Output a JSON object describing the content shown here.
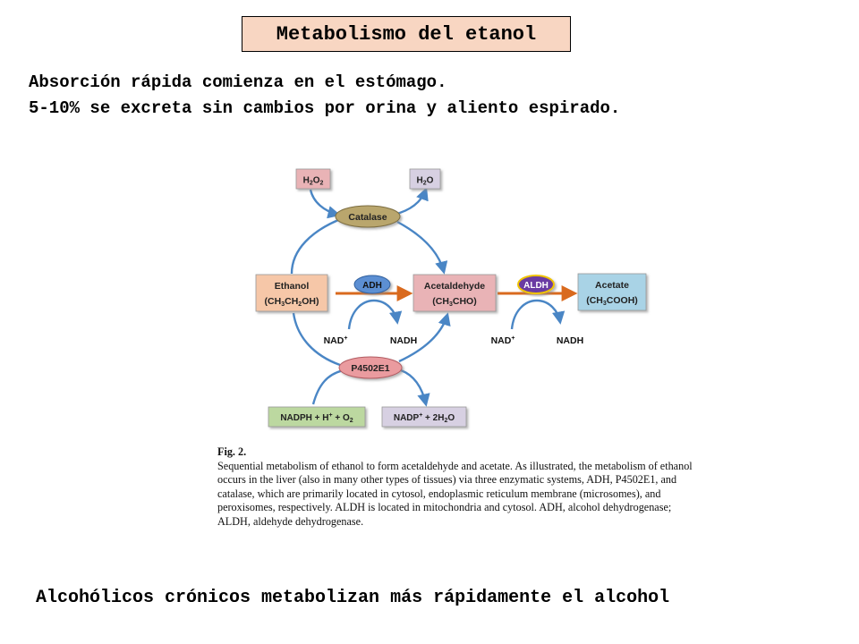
{
  "header": {
    "title": "Metabolismo del etanol",
    "line1": "Absorción rápida comienza en el estómago.",
    "line2": "5-10% se excreta sin cambios por orina y aliento espirado."
  },
  "diagram": {
    "h2o2": {
      "main": "H",
      "sub1": "2",
      "mid": "O",
      "sub2": "2"
    },
    "h2o": {
      "main": "H",
      "sub1": "2",
      "mid": "O"
    },
    "catalase": "Catalase",
    "ethanol": {
      "name": "Ethanol",
      "p1": "(CH",
      "s1": "3",
      "p2": "CH",
      "s2": "2",
      "p3": "OH)"
    },
    "adh": "ADH",
    "acetaldehyde": {
      "name": "Acetaldehyde",
      "p1": "(CH",
      "s1": "3",
      "p2": "CHO)"
    },
    "aldh": "ALDH",
    "acetate": {
      "name": "Acetate",
      "p1": "(CH",
      "s1": "3",
      "p2": "COOH)"
    },
    "nad_plus_1": {
      "base": "NAD",
      "sup": "+"
    },
    "nadh_1": "NADH",
    "nad_plus_2": {
      "base": "NAD",
      "sup": "+"
    },
    "nadh_2": "NADH",
    "p450": "P4502E1",
    "nadph": {
      "p1": "NADPH + H",
      "sup": "+",
      "p2": " + O",
      "sub": "2"
    },
    "nadp": {
      "p1": "NADP",
      "sup": "+",
      "p2": " + 2H",
      "sub": "2",
      "p3": "O"
    },
    "colors": {
      "pink_box": "#e9b3b6",
      "ethanol_box": "#f6c7a8",
      "acetate_box": "#a9d3e6",
      "gray_box": "#d7d0e2",
      "green_box": "#bcd8a0",
      "catalase": "#b9a66d",
      "adh": "#5b8fd3",
      "aldh": "#6a3aa3",
      "p450": "#ea9b9f",
      "arrow_blue": "#4a86c5",
      "arrow_orange": "#d96a1e"
    }
  },
  "caption": {
    "label": "Fig. 2.",
    "text": "Sequential metabolism of ethanol to form acetaldehyde and acetate. As illustrated, the metabolism of ethanol occurs in the liver (also in many other types of tissues) via three enzymatic systems, ADH, P4502E1, and catalase, which are primarily located in cytosol, endoplasmic reticulum membrane (microsomes), and peroxisomes, respectively. ALDH is located in mitochondria and cytosol. ADH, alcohol dehydrogenase; ALDH, aldehyde dehydrogenase."
  },
  "footer": {
    "text": "Alcohólicos crónicos metabolizan más rápidamente el alcohol"
  }
}
